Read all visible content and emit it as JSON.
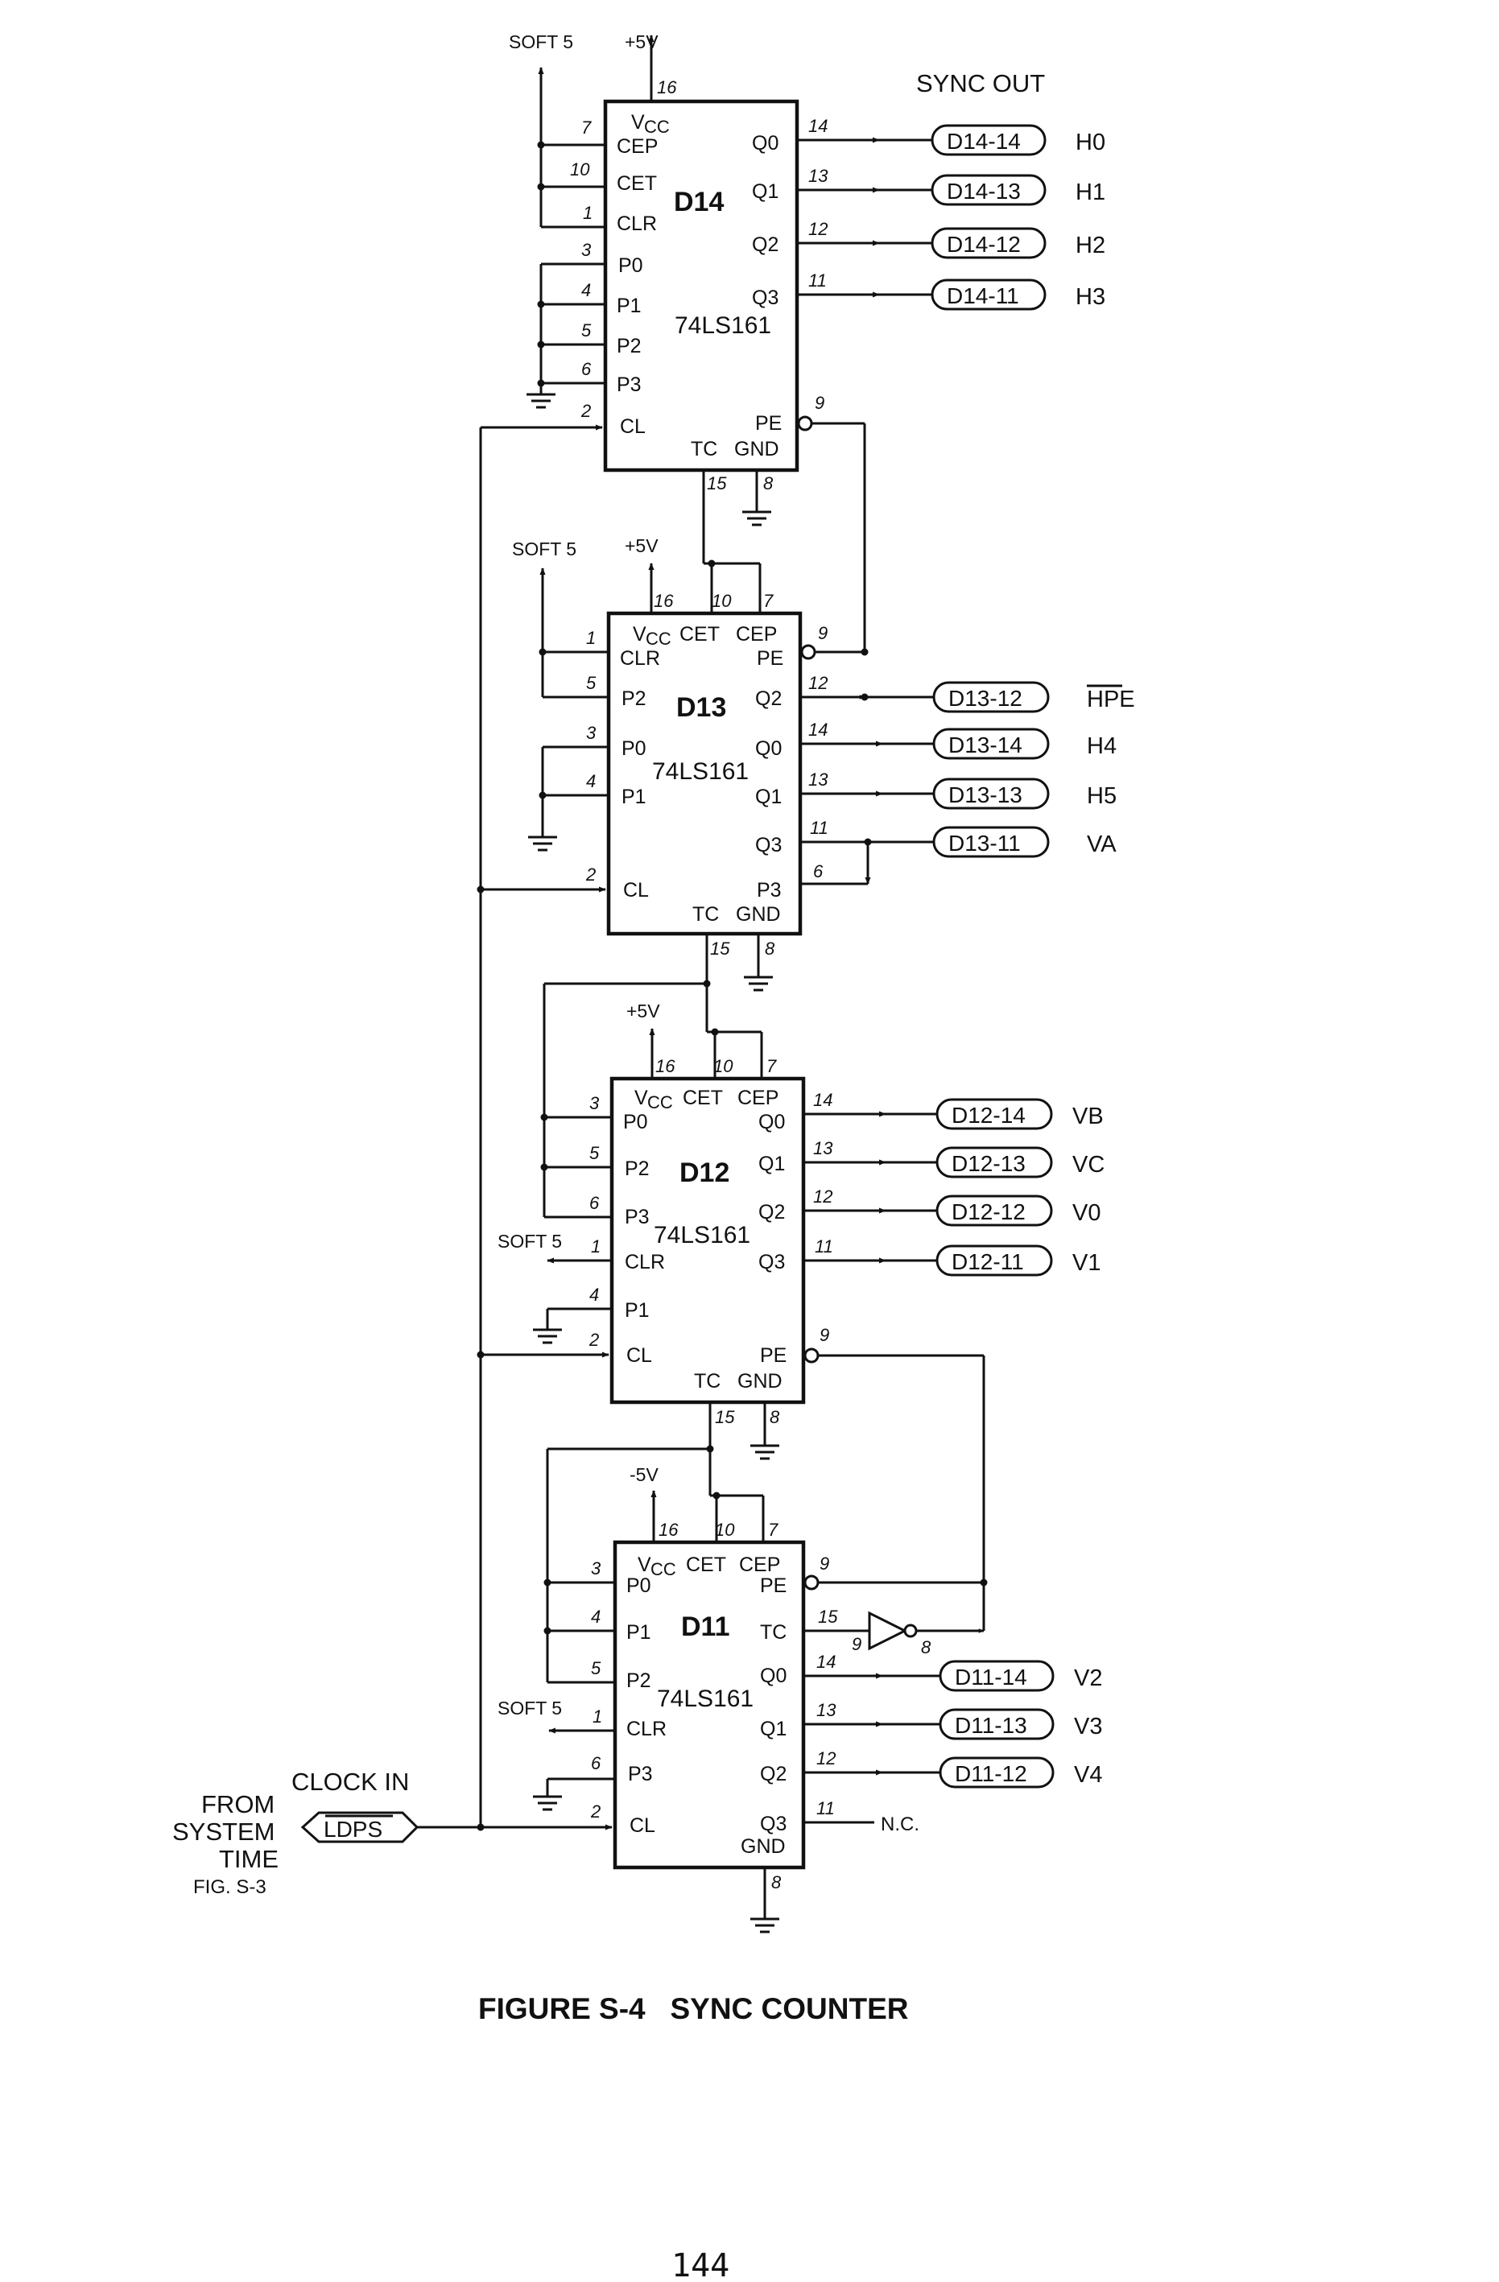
{
  "labels": {
    "soft5": "SOFT 5",
    "plus5v": "+5V",
    "minus5v": "-5V",
    "sync_out": "SYNC OUT",
    "clock_in": "CLOCK IN",
    "from": "FROM",
    "system": "SYSTEM",
    "time": "TIME",
    "fig_ref": "FIG. S-3",
    "ldps": "LDPS",
    "nc": "N.C.",
    "caption": "FIGURE S-4   SYNC COUNTER",
    "page_number": "144"
  },
  "chips": [
    {
      "name": "D14",
      "part": "74LS161"
    },
    {
      "name": "D13",
      "part": "74LS161"
    },
    {
      "name": "D12",
      "part": "74LS161"
    },
    {
      "name": "D11",
      "part": "74LS161"
    }
  ],
  "pin_names": {
    "vcc": "V",
    "cc": "CC",
    "cep": "CEP",
    "cet": "CET",
    "clr": "CLR",
    "p0": "P0",
    "p1": "P1",
    "p2": "P2",
    "p3": "P3",
    "cl": "CL",
    "pe": "PE",
    "tc": "TC",
    "gnd": "GND",
    "q0": "Q0",
    "q1": "Q1",
    "q2": "Q2",
    "q3": "Q3"
  },
  "pin_numbers": {
    "n1": "1",
    "n2": "2",
    "n3": "3",
    "n4": "4",
    "n5": "5",
    "n6": "6",
    "n7": "7",
    "n8": "8",
    "n9": "9",
    "n10": "10",
    "n11": "11",
    "n12": "12",
    "n13": "13",
    "n14": "14",
    "n15": "15",
    "n16": "16"
  },
  "outputs": [
    {
      "connector": "D14-14",
      "signal": "H0"
    },
    {
      "connector": "D14-13",
      "signal": "H1"
    },
    {
      "connector": "D14-12",
      "signal": "H2"
    },
    {
      "connector": "D14-11",
      "signal": "H3"
    },
    {
      "connector": "D13-12",
      "signal": "HPE"
    },
    {
      "connector": "D13-14",
      "signal": "H4"
    },
    {
      "connector": "D13-13",
      "signal": "H5"
    },
    {
      "connector": "D13-11",
      "signal": "VA"
    },
    {
      "connector": "D12-14",
      "signal": "VB"
    },
    {
      "connector": "D12-13",
      "signal": "VC"
    },
    {
      "connector": "D12-12",
      "signal": "V0"
    },
    {
      "connector": "D12-11",
      "signal": "V1"
    },
    {
      "connector": "D11-14",
      "signal": "V2"
    },
    {
      "connector": "D11-13",
      "signal": "V3"
    },
    {
      "connector": "D11-12",
      "signal": "V4"
    }
  ]
}
